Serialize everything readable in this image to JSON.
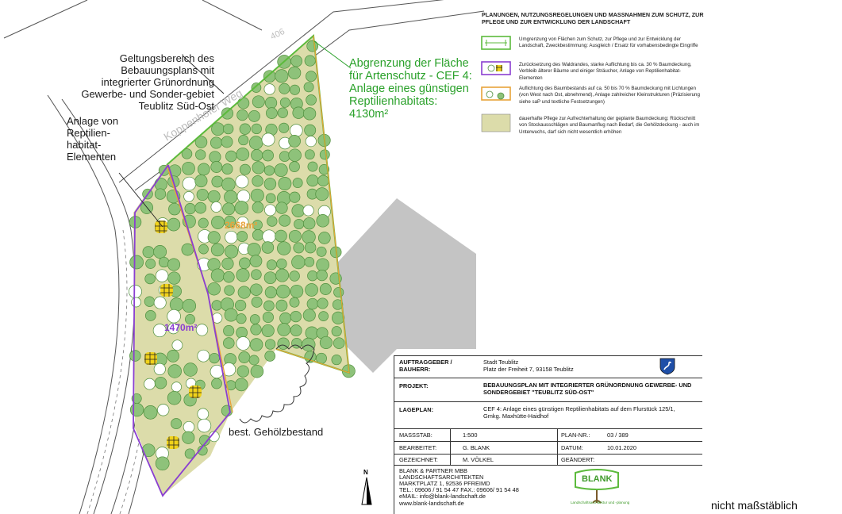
{
  "map": {
    "street_label": "Koppenhofer Weg",
    "road_number": "406",
    "area_orange": "2668m²",
    "area_purple": "1470m²",
    "north": "N",
    "colors": {
      "fill": "#dcdcaa",
      "boundary_green": "#5cba3c",
      "boundary_orange": "#e8a33a",
      "boundary_purple": "#8a3fd1",
      "tree_fill": "#8ec27a",
      "tree_stroke": "#4f8f3d",
      "habitat_yellow": "#f1d21a",
      "building_gray": "#c4c4c4"
    }
  },
  "annotations": {
    "scope": "Geltungsbereich des Bebauungsplans mit integrierter Grünordnung Gewerbe- und Sonder-gebiet Teublitz Süd-Ost",
    "habitat_elements": "Anlage von Reptilien-habitat-Elementen",
    "cef_boundary": "Abgrenzung der Fläche für Artenschutz - CEF 4: Anlage eines günstigen Reptilienhabitats: 4130m²",
    "existing_trees": "best. Gehölzbestand"
  },
  "legend": {
    "title": "PLANUNGEN, NUTZUNGSREGELUNGEN UND MASSNAHMEN ZUM SCHUTZ, ZUR PFLEGE UND ZUR ENTWICKLUNG DER LANDSCHAFT",
    "items": [
      "Umgrenzung von Flächen zum Schutz, zur Pflege und zur Entwicklung der Landschaft, Zweckbestimmung: Ausgleich / Ersatz für vorhabensbedingte Eingriffe",
      "Zurücksetzung des Waldrandes, starke Auflichtung bis ca. 30 % Baumdeckung, Verbleib älterer Bäume und einiger Sträucher, Anlage von Reptilienhabitat-Elementen",
      "Auflichtung des Baumbestands auf ca. 50 bis 70 % Baumdeckung mit Lichtungen (von West nach Ost, abnehmend), Anlage zahlreicher Kleinstrukturen (Präzisierung siehe saP und textliche Festsetzungen)",
      "dauerhafte Pflege zur Aufrechterhaltung der geplante Baumdeckung: Rückschnitt von Stockausschlägen und Baumanflug nach Bedarf, die Gehölzdeckung - auch im Unterwuchs, darf sich nicht wesentlich erhöhen"
    ]
  },
  "title_block": {
    "client_label": "AUFTRAGGEBER / BAUHERR:",
    "client_name": "Stadt Teublitz",
    "client_address": "Platz der Freiheit 7, 93158 Teublitz",
    "project_label": "PROJEKT:",
    "project_value": "BEBAUUNGSPLAN MIT INTEGRIERTER GRÜNORDNUNG GEWERBE- UND SONDERGEBIET \"TEUBLITZ SÜD-OST\"",
    "site_label": "LAGEPLAN:",
    "site_value": "CEF 4: Anlage eines günstigen Reptilienhabitats auf dem Flurstück 125/1, Gmkg. Maxhütte-Haidhof",
    "scale_label": "MASSSTAB:",
    "scale_value": "1:500",
    "plan_no_label": "PLAN-NR.:",
    "plan_no_value": "03 / 389",
    "editor_label": "BEARBEITET:",
    "editor_value": "G. BLANK",
    "date_label": "DATUM:",
    "date_value": "10.01.2020",
    "drawn_label": "GEZEICHNET:",
    "drawn_value": "M. VÖLKEL",
    "changed_label": "GEÄNDERT:",
    "changed_value": "",
    "firm_name": "BLANK & PARTNER MBB",
    "firm_role": "LANDSCHAFTSARCHITEKTEN",
    "firm_address": "MARKTPLATZ 1, 92536 PFREIMD",
    "firm_phone": "TEL.: 09606 / 91 54 47    FAX.: 09606/ 91 54 48",
    "firm_email": "eMAIL: info@blank-landschaft.de",
    "firm_web": "www.blank-landschaft.de",
    "logo_text": "BLANK",
    "logo_tagline": "Landschaftsarchitektur und -planung"
  },
  "scale_note": "nicht maßstäblich"
}
